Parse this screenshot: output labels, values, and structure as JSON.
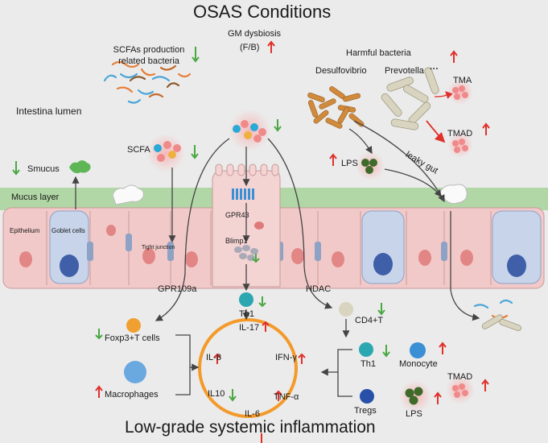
{
  "title": "OSAS Conditions",
  "footer": "Low-grade systemic inflammation",
  "top": {
    "gm_dysbiosis": "GM dysbiosis",
    "fb_ratio": "(F/B)",
    "scfa_bacteria_line1": "SCFAs production",
    "scfa_bacteria_line2": "related bacteria",
    "harmful_bacteria": "Harmful bacteria",
    "desulfovibrio": "Desulfovibrio",
    "prevotella": "Prevotella",
    "ellipsis": "···",
    "tma": "TMA",
    "tmad": "TMAD",
    "lps": "LPS",
    "leaky_gut": "leaky gut"
  },
  "left": {
    "intestina_lumen": "Intestina lumen",
    "scfa": "SCFA",
    "smucus": "Smucus",
    "mucus_layer": "Mucus layer",
    "epithelium": "Epithelium",
    "goblet_cells": "Goblet cells",
    "tight_junction": "Tight junction"
  },
  "center": {
    "gpr43": "GPR43",
    "blimp1": "Blimp1",
    "gpr109a": "GPR109a",
    "hdac": "HDAC",
    "th1": "Th1"
  },
  "lower_left": {
    "foxp3": "Foxp3+T cells",
    "macrophages": "Macrophages"
  },
  "cytokines": {
    "il17": "IL-17",
    "il8": "IL-8",
    "ifng": "IFN-γ",
    "il10": "IL10",
    "tnfa": "TNF-α",
    "il6": "IL-6"
  },
  "lower_right": {
    "cd4t": "CD4+T",
    "th1": "Th1",
    "monocyte": "Monocyte",
    "tregs": "Tregs",
    "lps": "LPS",
    "tmad": "TMAD"
  },
  "colors": {
    "up_arrow": "#e0312b",
    "down_arrow": "#4aa843",
    "mucus": "#a8d39a",
    "epithelium": "#f2c9c9",
    "goblet": "#c7d4ea",
    "ring": "#f39a2a"
  }
}
